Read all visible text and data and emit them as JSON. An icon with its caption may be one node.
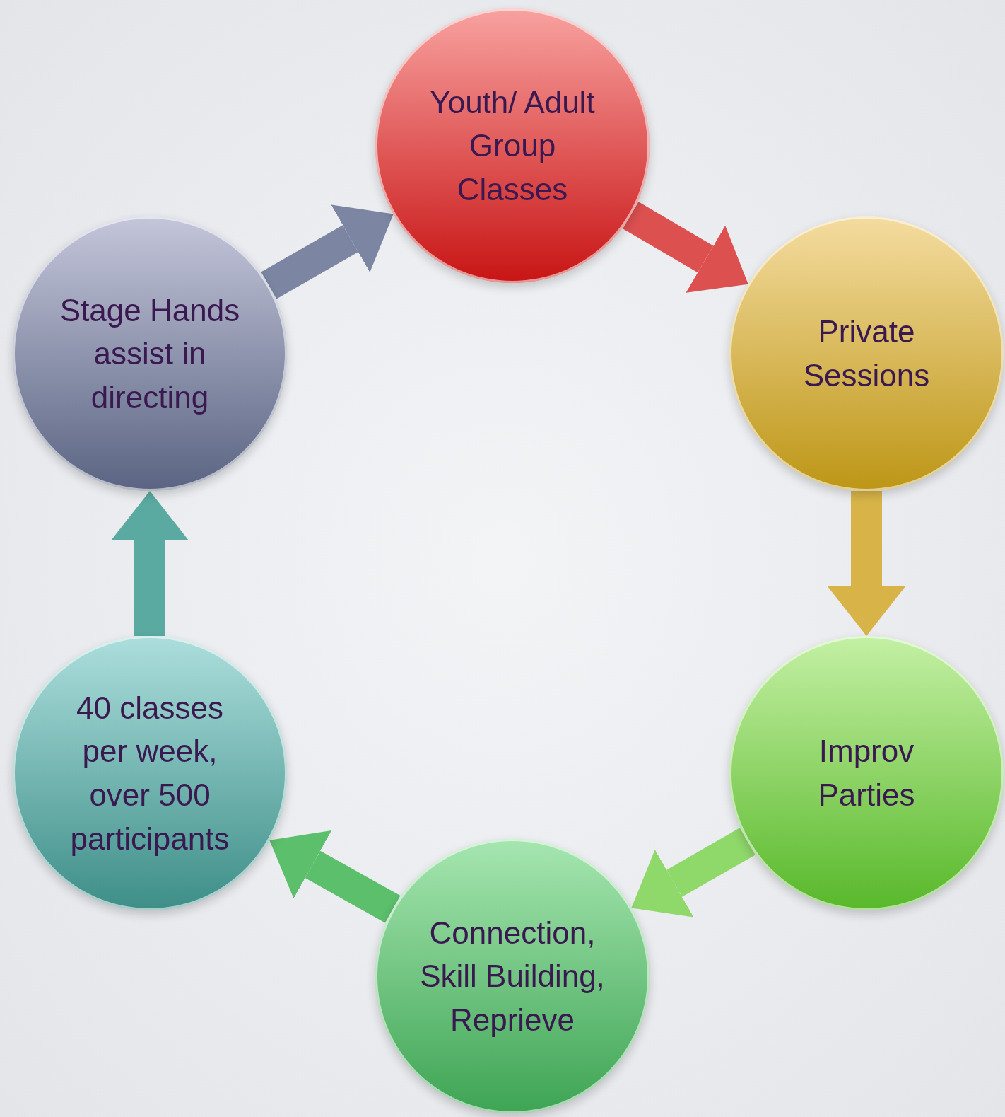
{
  "diagram": {
    "nodes": [
      {
        "text": [
          "Youth/ Adult Group Classes"
        ]
      },
      {
        "text": [
          "Private Sessions"
        ]
      },
      {
        "text": [
          "Improv Parties"
        ]
      },
      {
        "text": [
          "Connection, Skill Building, Reprieve"
        ]
      },
      {
        "text": [
          "40 classes per week, over 500 participants"
        ]
      },
      {
        "text": [
          "Stage Hands assist in directing"
        ]
      }
    ],
    "edges": [
      {
        "from": 0,
        "to": 1,
        "arrow": "to",
        "color": "#dd5050"
      },
      {
        "from": 1,
        "to": 2,
        "arrow": "to",
        "color": "#d8b448"
      },
      {
        "from": 2,
        "to": 3,
        "arrow": "to",
        "color": "#8fd86a"
      },
      {
        "from": 3,
        "to": 4,
        "arrow": "to",
        "color": "#5cbf6c"
      },
      {
        "from": 4,
        "to": 5,
        "arrow": "to",
        "color": "#5aaaa2"
      },
      {
        "from": 5,
        "to": 0,
        "arrow": "to",
        "color": "#7c86a2"
      }
    ]
  }
}
